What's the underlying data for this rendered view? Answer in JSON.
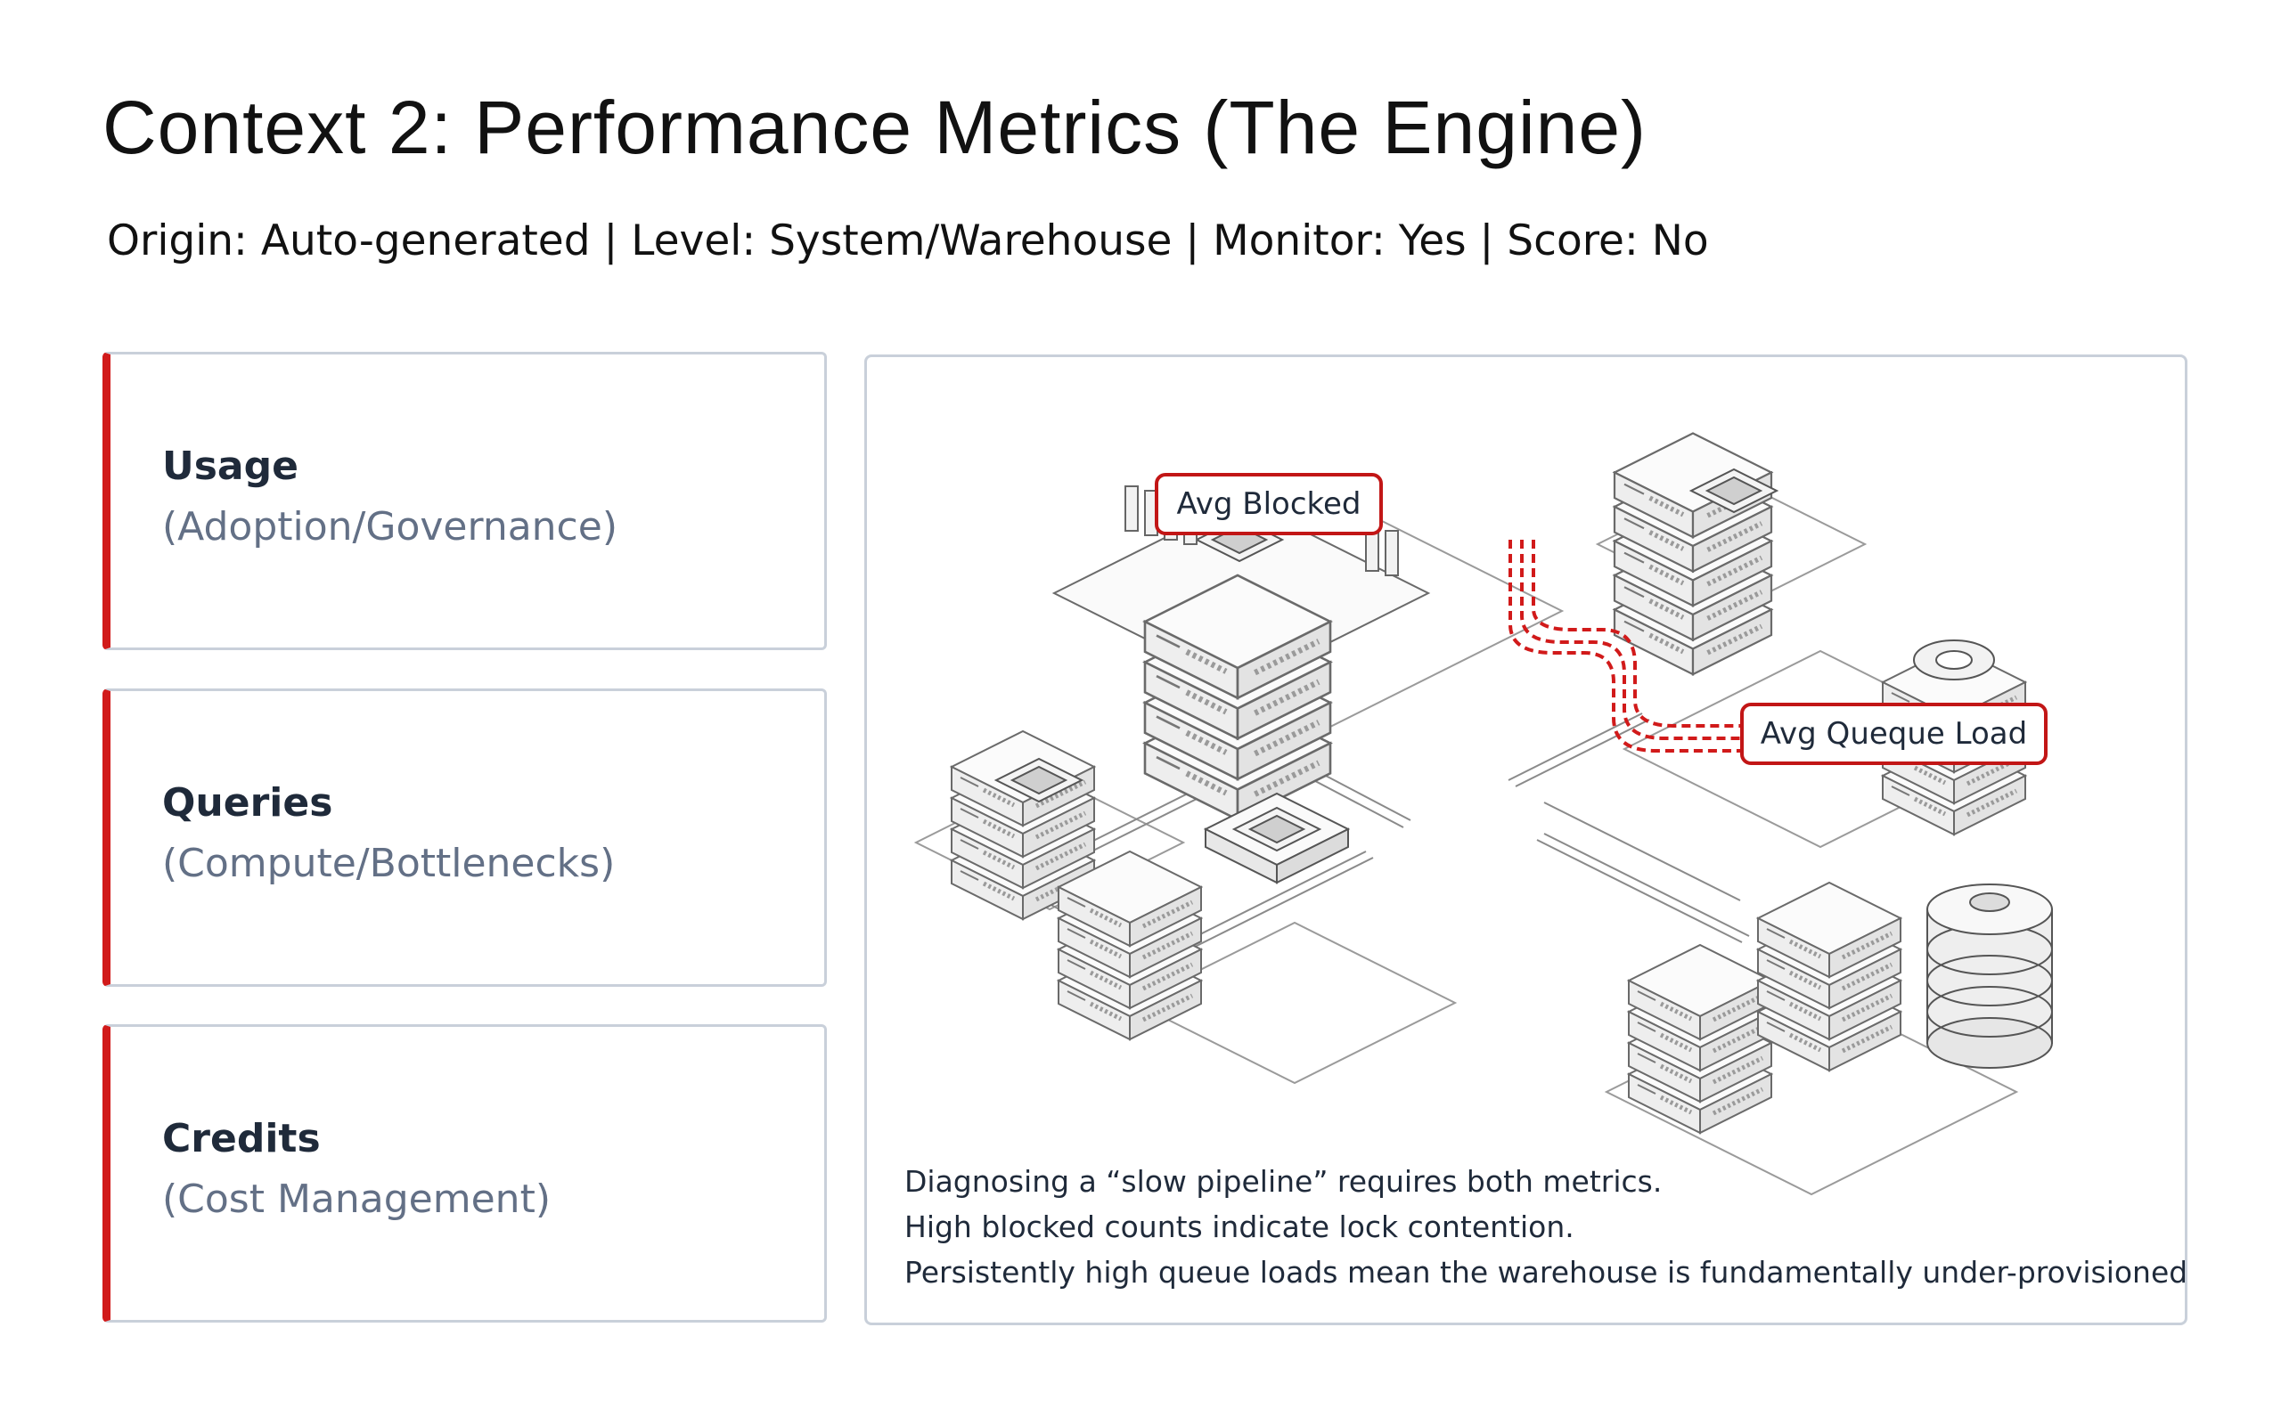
{
  "title": "Context 2: Performance Metrics (The Engine)",
  "subtitle": "Origin: Auto-generated | Level: System/Warehouse | Monitor: Yes | Score: No",
  "cards": [
    {
      "name": "Usage",
      "desc": "(Adoption/Governance)"
    },
    {
      "name": "Queries",
      "desc": "(Compute/Bottlenecks)"
    },
    {
      "name": "Credits",
      "desc": "(Cost Management)"
    }
  ],
  "accent_color": "#d11a1a",
  "diagram": {
    "callouts": {
      "blocked": "Avg Blocked",
      "queue": "Avg Queque Load"
    },
    "caption": [
      "Diagnosing a “slow pipeline” requires both metrics.",
      "High blocked counts indicate lock contention.",
      "Persistently high queue loads mean the warehouse is fundamentally under-provisioned."
    ]
  }
}
